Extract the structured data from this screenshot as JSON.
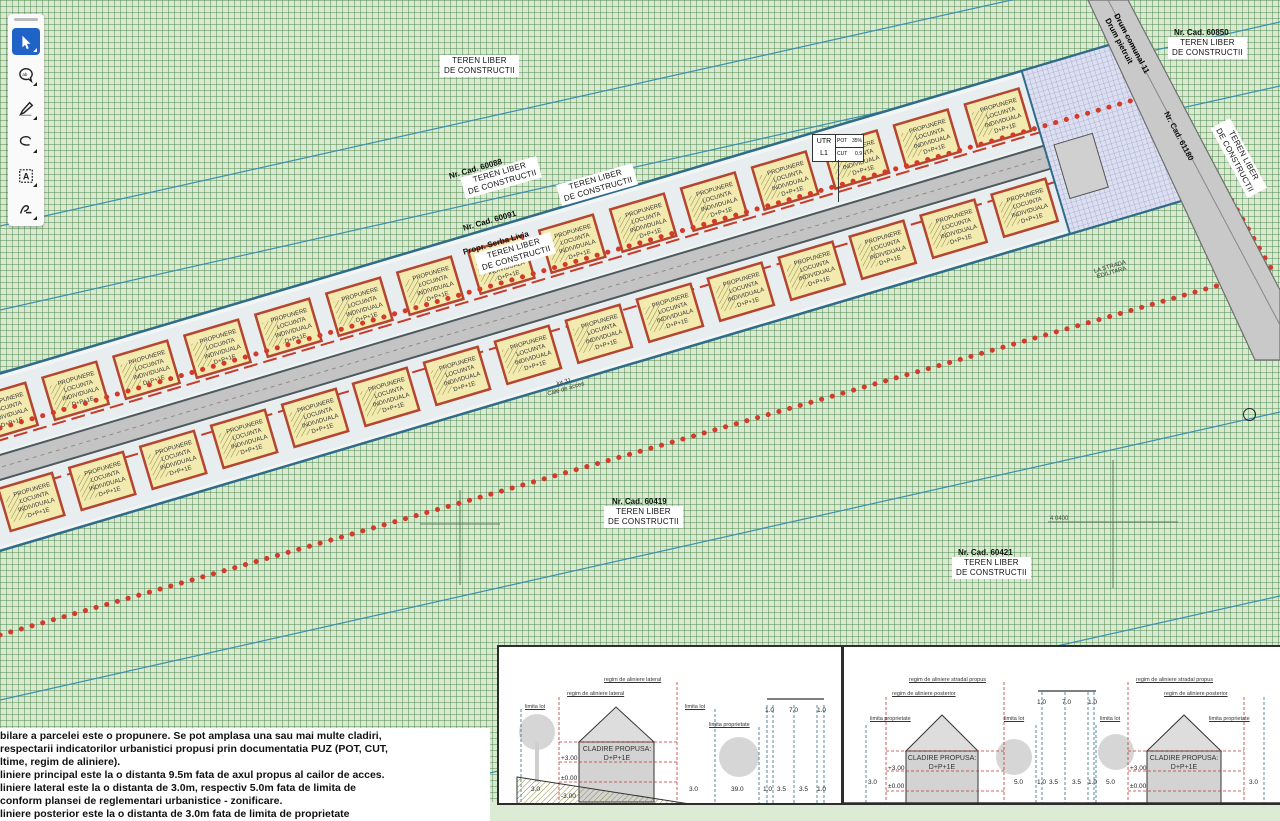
{
  "toolbar": {
    "tools": [
      {
        "name": "select-tool",
        "icon": "cursor-arrow-icon",
        "active": true
      },
      {
        "name": "comment-tool",
        "icon": "speech-bubble-icon",
        "active": false
      },
      {
        "name": "pen-tool",
        "icon": "pen-icon",
        "active": false
      },
      {
        "name": "lasso-tool",
        "icon": "lasso-icon",
        "active": false
      },
      {
        "name": "text-box-tool",
        "icon": "text-box-icon",
        "active": false
      },
      {
        "name": "sign-tool",
        "icon": "signature-icon",
        "active": false
      }
    ]
  },
  "colors": {
    "grid_bg": "#d9ead0",
    "grid_line": "#4a8a4a",
    "strip_outline": "#2f6c8a",
    "red_dots": "#d33a2a",
    "road": "#c4c4c4",
    "lot_fill": "#f3eab0",
    "lot_border": "#b5452e",
    "toolbar_active": "#1f63c6"
  },
  "map": {
    "labels": {
      "top_left": {
        "line1": "TEREN LIBER",
        "line2": "DE CONSTRUCTII"
      },
      "cad_60088": {
        "cad": "Nr. Cad. 60088",
        "line1": "TEREN LIBER",
        "line2": "DE CONSTRUCTII"
      },
      "middle_top": {
        "line1": "TEREN LIBER",
        "line2": "DE CONSTRUCTII"
      },
      "cad_60091": {
        "cad": "Nr. Cad. 60091"
      },
      "serba": {
        "cad": "Propr. Serba Livia",
        "line1": "TEREN LIBER",
        "line2": "DE CONSTRUCTII"
      },
      "cad_60850": {
        "cad": "Nr. Cad. 60850",
        "line1": "TEREN LIBER",
        "line2": "DE CONSTRUCTII"
      },
      "right_side": {
        "line1": "TEREN LIBER",
        "line2": "DE CONSTRUCTII"
      },
      "cad_60419": {
        "cad": "Nr. Cad. 60419",
        "line1": "TEREN LIBER",
        "line2": "DE CONSTRUCTII"
      },
      "cad_60421": {
        "cad": "Nr. Cad. 60421",
        "line1": "TEREN LIBER",
        "line2": "DE CONSTRUCTII"
      },
      "road_name": {
        "line1": "Drum comunal 11",
        "line2": "Drum pietruit"
      },
      "road_cad": "Nr. Cad. 61180",
      "access_road": {
        "line1": "lot 31",
        "line2": "Cale de acces"
      },
      "utr": {
        "name": "UTR",
        "zone": "L1",
        "pot_label": "POT",
        "pot_value": "35%",
        "cut_label": "CUT",
        "cut_value": "0.9"
      },
      "existing_lot": "LA STRADA EDILITARA",
      "lot_text": [
        "PROPUNERE",
        "LOCUINTA",
        "INDIVIDUALA",
        "D+P+1E"
      ]
    },
    "coord_label": "4 0400"
  },
  "notes": {
    "lines": [
      "bilare a parcelei este o propunere. Se pot amplasa una sau mai multe cladiri,",
      "respectarii indicatorilor urbanistici propusi prin documentatia PUZ (POT, CUT,",
      "ltime, regim de aliniere).",
      "liniere principal este la o distanta 9.5m fata de axul propus al cailor de acces.",
      "liniere lateral este la o distanta de 3.0m, respectiv 5.0m fata de limita de",
      "conform plansei de reglementari urbanistice - zonificare.",
      "liniere posterior este la o distanta de 3.0m fata de limita de proprietate"
    ]
  },
  "section_left": {
    "lbl_regim_lateral_top": "regim de aliniere lateral",
    "lbl_regim_lateral": "regim de aliniere lateral",
    "lbl_limita_lot": "limita lot",
    "lbl_limita_lot2": "limita lot",
    "lbl_limita_prop": "limita proprietate",
    "building": {
      "line1": "CLADIRE PROPUSA:",
      "line2": "D+P+1E"
    },
    "levels": [
      "+3.00",
      "±0.00",
      "-3.00"
    ],
    "dims": [
      "3.0",
      "3.0",
      "39.0",
      "1.0",
      "3.5",
      "3.5",
      "1.0",
      "1.0",
      "7.0",
      "1.0"
    ]
  },
  "section_right": {
    "lbl_regim_strada_left": "regim de aliniere stradal propus",
    "lbl_regim_post_left": "regim de aliniere posterior",
    "lbl_limita_prop_left": "limita proprietate",
    "lbl_limita_lot_left": "limita lot",
    "lbl_regim_strada_right": "regim de aliniere stradal propus",
    "lbl_regim_post_right": "regim de aliniere posterior",
    "lbl_limita_prop_right": "limita proprietate",
    "lbl_limita_lot_right": "limita lot",
    "building": {
      "line1": "CLADIRE PROPUSA:",
      "line2": "D+P+1E"
    },
    "levels": [
      "+3.00",
      "±0.00"
    ],
    "dims": [
      "3.0",
      "5.0",
      "1.0",
      "3.5",
      "3.5",
      "1.0",
      "5.0",
      "3.0",
      "1.0",
      "7.0",
      "1.0"
    ]
  }
}
